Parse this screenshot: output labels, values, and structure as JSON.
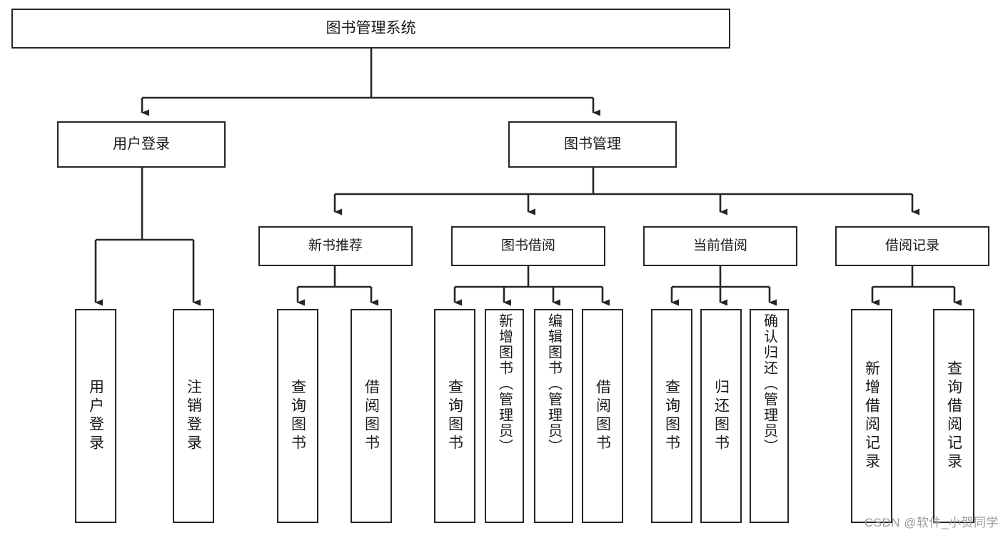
{
  "diagram": {
    "type": "tree-hierarchy",
    "title": "图书管理系统",
    "orientation": "top-down",
    "colors": {
      "background": "#ffffff",
      "box_border": "#262626",
      "box_fill": "#ffffff",
      "connector": "#262626",
      "text": "#1a1a1a",
      "watermark": "#9a9a9a"
    },
    "root": {
      "id": "root",
      "label": "图书管理系统"
    },
    "level2": [
      {
        "id": "user-login",
        "label": "用户登录"
      },
      {
        "id": "book-management",
        "label": "图书管理"
      }
    ],
    "level3": [
      {
        "id": "new-book-recommend",
        "label": "新书推荐",
        "parent": "book-management"
      },
      {
        "id": "book-borrow",
        "label": "图书借阅",
        "parent": "book-management"
      },
      {
        "id": "current-borrow",
        "label": "当前借阅",
        "parent": "book-management"
      },
      {
        "id": "borrow-record",
        "label": "借阅记录",
        "parent": "book-management"
      }
    ],
    "leaves": [
      {
        "id": "leaf-user-login",
        "label": "用户登录",
        "parent": "user-login"
      },
      {
        "id": "leaf-logout-login",
        "label": "注销登录",
        "parent": "user-login"
      },
      {
        "id": "leaf-query-book-1",
        "label": "查询图书",
        "parent": "new-book-recommend"
      },
      {
        "id": "leaf-borrow-book-1",
        "label": "借阅图书",
        "parent": "new-book-recommend"
      },
      {
        "id": "leaf-query-book-2",
        "label": "查询图书",
        "parent": "book-borrow"
      },
      {
        "id": "leaf-add-book",
        "label": "新增图书（管理员）",
        "parent": "book-borrow"
      },
      {
        "id": "leaf-edit-book",
        "label": "编辑图书（管理员）",
        "parent": "book-borrow"
      },
      {
        "id": "leaf-borrow-book-2",
        "label": "借阅图书",
        "parent": "book-borrow"
      },
      {
        "id": "leaf-query-book-3",
        "label": "查询图书",
        "parent": "current-borrow"
      },
      {
        "id": "leaf-return-book",
        "label": "归还图书",
        "parent": "current-borrow"
      },
      {
        "id": "leaf-confirm-return",
        "label": "确认归还（管理员）",
        "parent": "current-borrow"
      },
      {
        "id": "leaf-add-record",
        "label": "新增借阅记录",
        "parent": "borrow-record"
      },
      {
        "id": "leaf-query-record",
        "label": "查询借阅记录",
        "parent": "borrow-record"
      }
    ]
  },
  "watermark": {
    "text": "CSDN @软件_小贺同学"
  }
}
